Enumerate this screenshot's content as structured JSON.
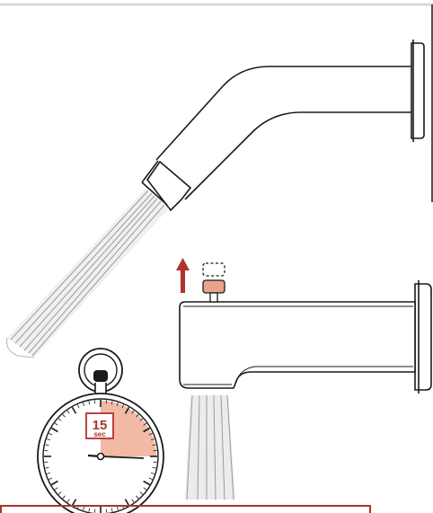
{
  "timer": {
    "value": "15",
    "unit": "sec",
    "elapsed_fraction": 0.25
  },
  "colors": {
    "line": "#1a1a1a",
    "accent_red": "#b0322c",
    "timer_fill": "#f2b9a5",
    "plug_fill": "#e9a48c",
    "water": "#9a9a9a",
    "water_fill": "#ececec"
  },
  "icons": {
    "up_arrow": "arrow-up-icon",
    "stopwatch": "stopwatch-icon"
  }
}
